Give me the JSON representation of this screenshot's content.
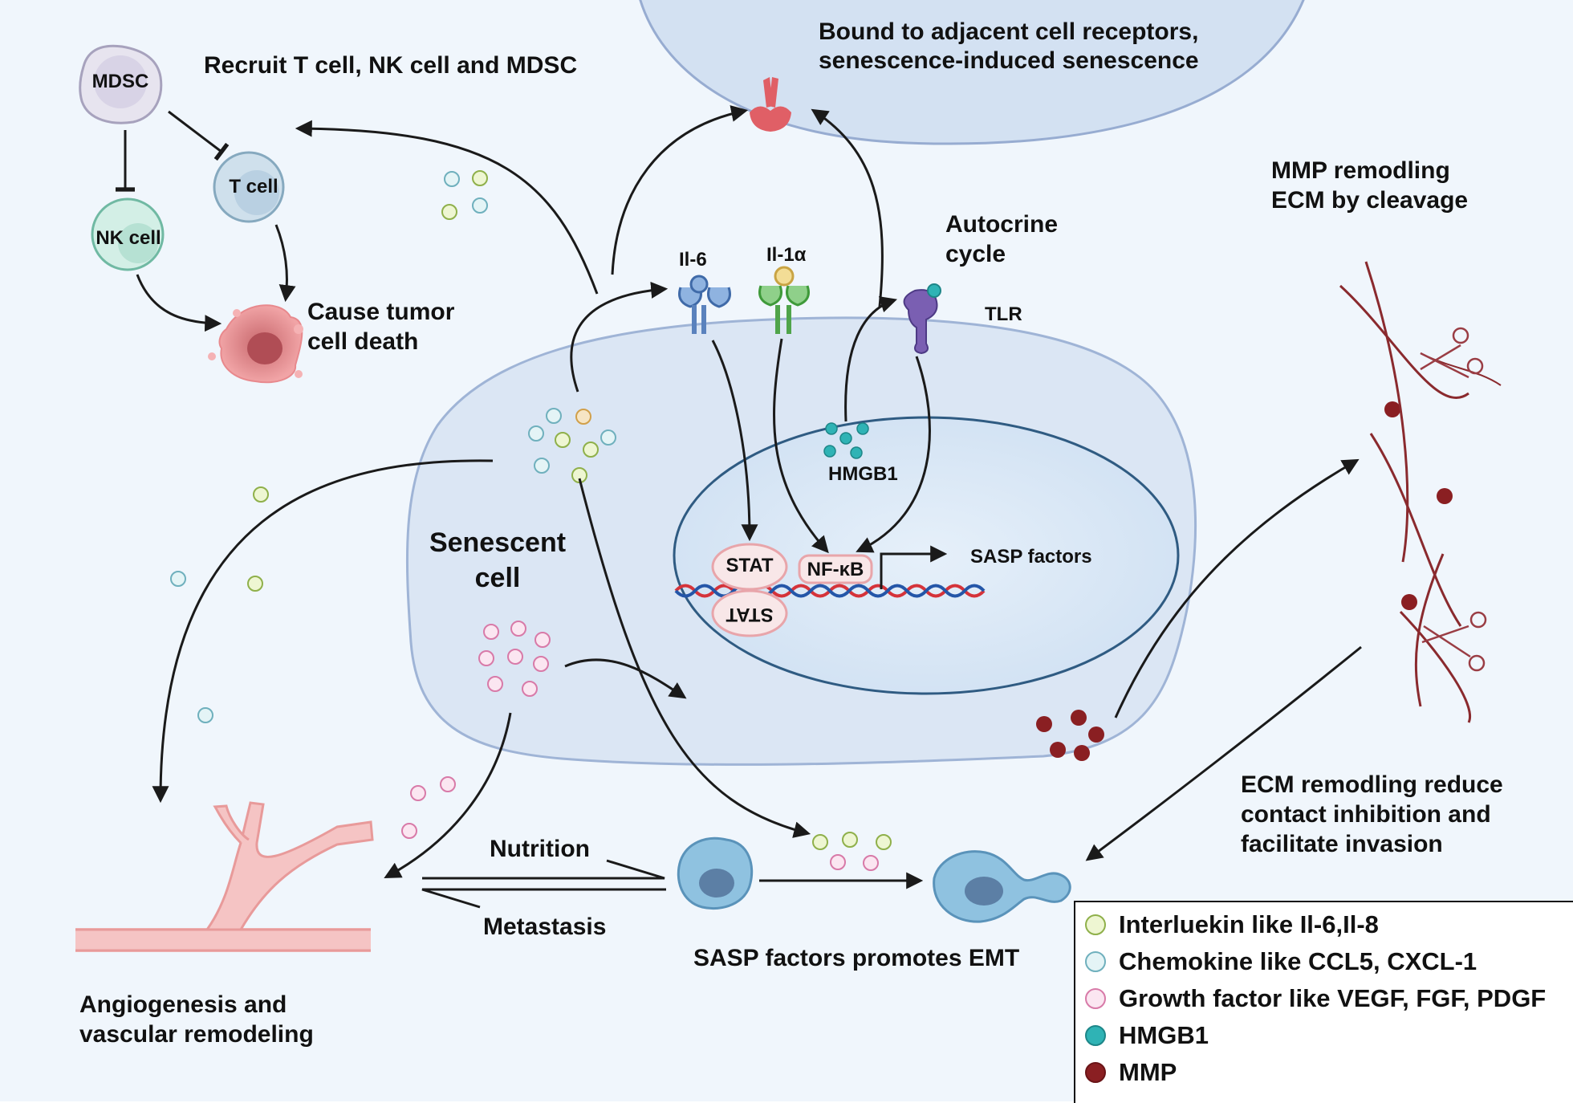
{
  "labels": {
    "recruit": "Recruit T cell, NK cell and MDSC",
    "bound_line1": "Bound to adjacent cell receptors,",
    "bound_line2": "senescence-induced senescence",
    "tumor_death_line1": "Cause tumor",
    "tumor_death_line2": "cell death",
    "autocrine_line1": "Autocrine",
    "autocrine_line2": "cycle",
    "tlr": "TLR",
    "mmp_line1": "MMP remodling",
    "mmp_line2": "ECM by cleavage",
    "il6": "Il-6",
    "il1a": "Il-1α",
    "hmgb1": "HMGB1",
    "senescent_line1": "Senescent",
    "senescent_line2": "cell",
    "stat_top": "STAT",
    "stat_bottom": "STAT",
    "nfkb": "NF-κB",
    "sasp_factors": "SASP factors",
    "nutrition": "Nutrition",
    "metastasis": "Metastasis",
    "sasp_emt": "SASP factors promotes EMT",
    "angio_line1": "Angiogenesis and",
    "angio_line2": "vascular remodeling",
    "ecm_line1": "ECM remodling reduce",
    "ecm_line2": "contact inhibition and",
    "ecm_line3": "facilitate invasion"
  },
  "cells": {
    "mdsc": "MDSC",
    "tcell": "T cell",
    "nkcell": "NK cell"
  },
  "legend": [
    {
      "name": "legend-interleukin",
      "label": "Interluekin like Il-6,Il-8",
      "fill": "#eef6d2",
      "stroke": "#8fb04a"
    },
    {
      "name": "legend-chemokine",
      "label": "Chemokine like CCL5, CXCL-1",
      "fill": "#e4f4f6",
      "stroke": "#6fb0bd"
    },
    {
      "name": "legend-growth-factor",
      "label": "Growth factor like VEGF, FGF, PDGF",
      "fill": "#fbe6f1",
      "stroke": "#d87aa8"
    },
    {
      "name": "legend-hmgb1",
      "label": "HMGB1",
      "fill": "#2fb3b5",
      "stroke": "#1d8688"
    },
    {
      "name": "legend-mmp",
      "label": "MMP",
      "fill": "#8a1f22",
      "stroke": "#6a1417"
    }
  ],
  "colors": {
    "background": "#f0f6fc",
    "cell_body": "#dbe7f5",
    "cell_border": "#9fb4d6",
    "nucleus": "#dae9f7",
    "nucleus_border": "#2f5b82",
    "arrow": "#1a1a1a",
    "vessel": "#f2b5b5",
    "ecm_fiber": "#8a2a2e"
  }
}
